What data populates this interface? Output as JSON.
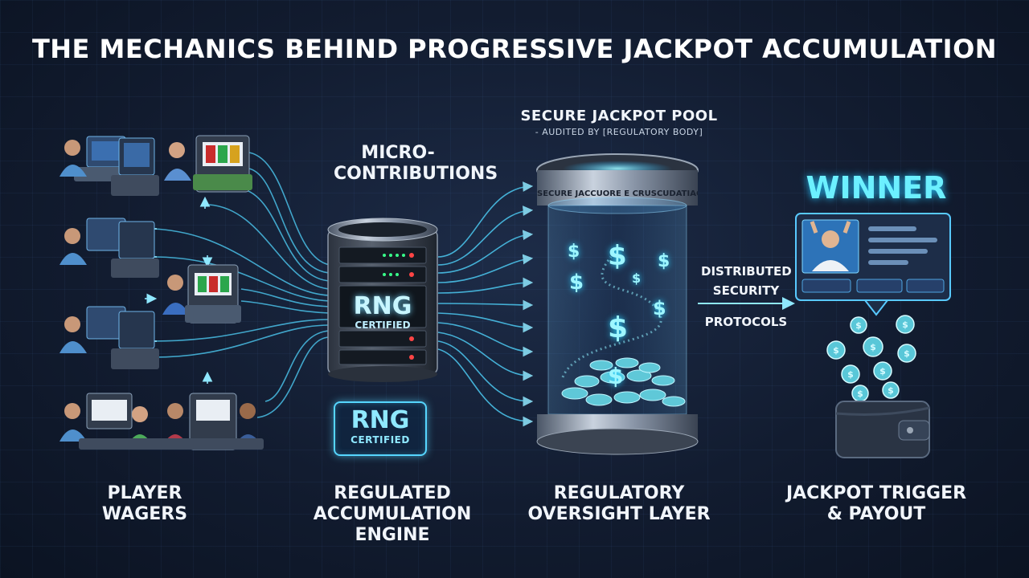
{
  "title": "THE MECHANICS BEHIND PROGRESSIVE JACKPOT ACCUMULATION",
  "labels": {
    "micro_contributions": [
      "MICRO-",
      "CONTRIBUTIONS"
    ],
    "pool_title": "SECURE JACKPOT POOL",
    "pool_subtitle": "- AUDITED BY [REGULATORY BODY]",
    "pool_band": "SECURE JACCUORE E CRUSCUDATIACT",
    "rng_server": [
      "RNG",
      "CERTIFIED"
    ],
    "rng_badge": [
      "RNG",
      "CERTIFIED"
    ],
    "distributed": [
      "DISTRIBUTED",
      "SECURITY",
      "PROTOCOLS"
    ],
    "winner": "WINNER"
  },
  "stages": [
    [
      "PLAYER",
      "WAGERS"
    ],
    [
      "REGULATED",
      "ACCUMULATION",
      "ENGINE"
    ],
    [
      "REGULATORY",
      "OVERSIGHT LAYER"
    ],
    [
      "JACKPOT TRIGGER",
      "& PAYOUT"
    ]
  ],
  "colors": {
    "background": "#121c30",
    "accent": "#56d6ff",
    "glow": "#26c4ff",
    "text": "#f1f5fb"
  },
  "icons": [
    "slot-machine-icon",
    "player-icon",
    "server-icon",
    "jackpot-cylinder-icon",
    "dollar-icon",
    "coin-icon",
    "wallet-icon",
    "winner-screen-icon"
  ]
}
